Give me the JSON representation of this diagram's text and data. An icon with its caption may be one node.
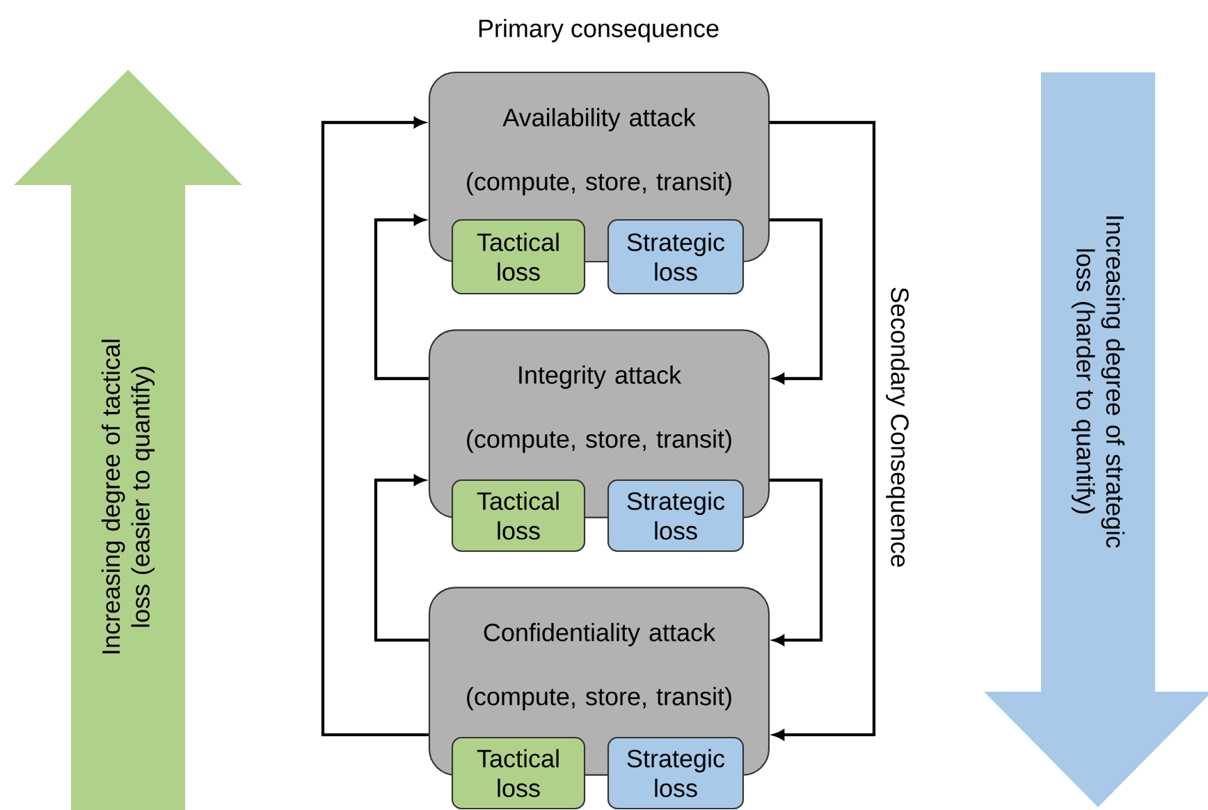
{
  "diagram": {
    "nodes": [
      {
        "text": [
          "Increasing degree of tactical loss (easier to quantify)"
        ]
      },
      {
        "text": [
          "Availability attack",
          "(compute, store, transit)"
        ]
      },
      {
        "text": [
          "Tactical loss"
        ]
      },
      {
        "text": [
          "Strategic loss"
        ]
      },
      {
        "text": [
          "Integrity attack",
          "(compute, store, transit)"
        ]
      },
      {
        "text": [
          "Tactical loss"
        ]
      },
      {
        "text": [
          "Strategic loss"
        ]
      },
      {
        "text": [
          "Confidentiality attack",
          "(compute, store, transit)"
        ]
      },
      {
        "text": [
          "Tactical loss"
        ]
      },
      {
        "text": [
          "Strategic loss"
        ]
      },
      {
        "text": [
          "Increasing degree of strategic loss (harder to quantify)"
        ]
      }
    ],
    "edges": [
      {
        "from": 7,
        "to": 1,
        "arrow": "to"
      },
      {
        "from": 4,
        "to": 1,
        "arrow": "to"
      },
      {
        "from": 7,
        "to": 4,
        "arrow": "to"
      },
      {
        "from": 1,
        "to": 7,
        "arrow": "to"
      },
      {
        "from": 1,
        "to": 4,
        "arrow": "to"
      },
      {
        "from": 4,
        "to": 7,
        "arrow": "to"
      }
    ],
    "labels": [
      "Primary consequence",
      "Secondary Consequence"
    ]
  }
}
